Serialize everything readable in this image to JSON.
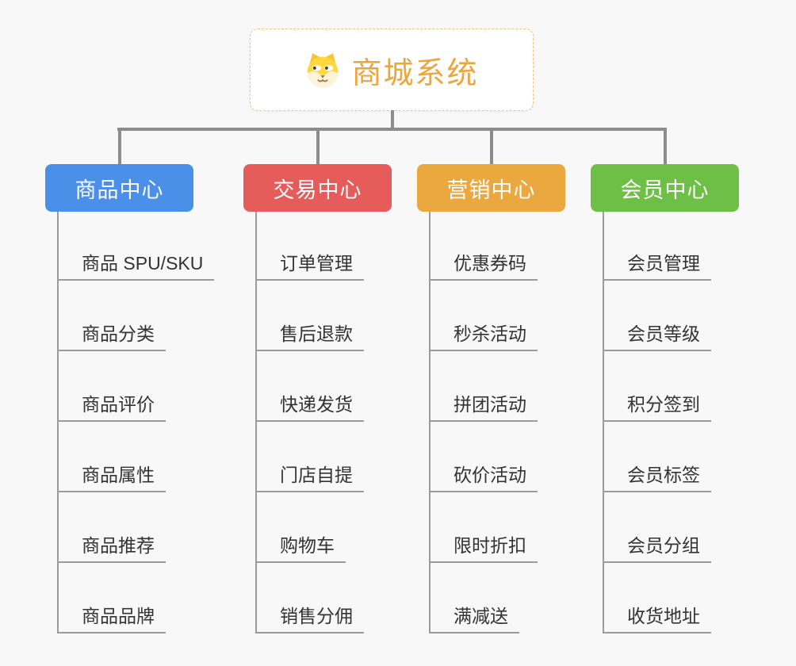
{
  "page": {
    "background_color": "#f8f8f8",
    "connector_color": "#8c8c8c"
  },
  "root": {
    "title": "商城系统",
    "icon": "dog-face-icon",
    "title_color": "#eea53e",
    "border_color": "#f0c27e"
  },
  "branches": [
    {
      "label": "商品中心",
      "color": "#4a90e8",
      "children": [
        "商品 SPU/SKU",
        "商品分类",
        "商品评价",
        "商品属性",
        "商品推荐",
        "商品品牌"
      ]
    },
    {
      "label": "交易中心",
      "color": "#e65c5a",
      "children": [
        "订单管理",
        "售后退款",
        "快递发货",
        "门店自提",
        "购物车",
        "销售分佣"
      ]
    },
    {
      "label": "营销中心",
      "color": "#eaa83e",
      "children": [
        "优惠券码",
        "秒杀活动",
        "拼团活动",
        "砍价活动",
        "限时折扣",
        "满减送"
      ]
    },
    {
      "label": "会员中心",
      "color": "#6ebf46",
      "children": [
        "会员管理",
        "会员等级",
        "积分签到",
        "会员标签",
        "会员分组",
        "收货地址"
      ]
    }
  ]
}
